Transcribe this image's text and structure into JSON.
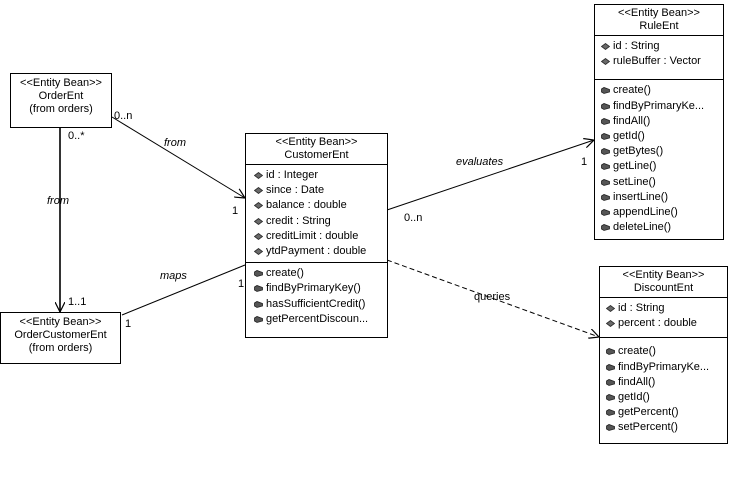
{
  "classes": {
    "order_ent": {
      "stereotype": "<<Entity Bean>>",
      "name": "OrderEnt",
      "package": "(from orders)"
    },
    "order_customer_ent": {
      "stereotype": "<<Entity Bean>>",
      "name": "OrderCustomerEnt",
      "package": "(from orders)"
    },
    "customer_ent": {
      "stereotype": "<<Entity Bean>>",
      "name": "CustomerEnt",
      "attributes": [
        "id : Integer",
        "since : Date",
        "balance : double",
        "credit : String",
        "creditLimit : double",
        "ytdPayment : double"
      ],
      "operations": [
        "create()",
        "findByPrimaryKey()",
        "hasSufficientCredit()",
        "getPercentDiscoun..."
      ]
    },
    "rule_ent": {
      "stereotype": "<<Entity Bean>>",
      "name": "RuleEnt",
      "attributes": [
        "id : String",
        "ruleBuffer : Vector"
      ],
      "operations": [
        "create()",
        "findByPrimaryKe...",
        "findAll()",
        "getId()",
        "getBytes()",
        "getLine()",
        "setLine()",
        "insertLine()",
        "appendLine()",
        "deleteLine()"
      ]
    },
    "discount_ent": {
      "stereotype": "<<Entity Bean>>",
      "name": "DiscountEnt",
      "attributes": [
        "id : String",
        "percent : double"
      ],
      "operations": [
        "create()",
        "findByPrimaryKe...",
        "findAll()",
        "getId()",
        "getPercent()",
        "setPercent()"
      ]
    }
  },
  "associations": {
    "order_customer": {
      "role": "from",
      "mult_source": "0..n",
      "mult_target": "1"
    },
    "order_ordercustomer": {
      "role": "from",
      "mult_source": "0..*",
      "mult_target": "1..1"
    },
    "ordercustomer_customer": {
      "role": "maps",
      "mult_source": "1",
      "mult_target": "1"
    },
    "customer_rule": {
      "role": "evaluates",
      "mult_source": "0..n",
      "mult_target": "1"
    },
    "customer_discount": {
      "role": "queries"
    }
  },
  "colors": {
    "line": "#000000",
    "icon": "#555555",
    "background": "#ffffff"
  }
}
